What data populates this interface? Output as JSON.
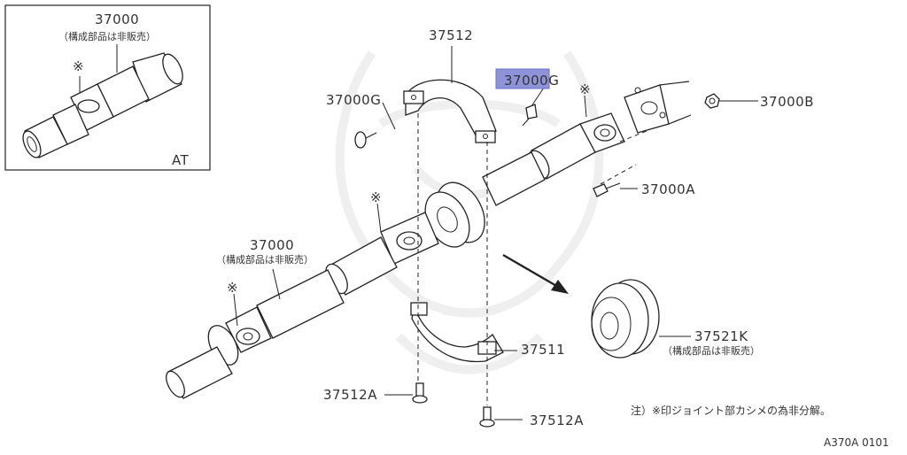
{
  "labels": {
    "inset_part": "37000",
    "inset_note": "（構成部品は非販売）",
    "inset_mark": "※",
    "inset_at": "AT",
    "bracket_top": "37512",
    "plug_left": "37000G",
    "plug_right": "37000G",
    "nut": "37000B",
    "bolt": "37000A",
    "mark_flange": "※",
    "mark_center": "※",
    "mark_rear": "※",
    "shaft_main": "37000",
    "shaft_main_note": "（構成部品は非販売）",
    "bearing": "37521K",
    "bearing_note": "（構成部品は非販売）",
    "bracket_bottom": "37511",
    "bolt_left": "37512A",
    "bolt_right": "37512A"
  },
  "footer": {
    "note": "注）※印ジョイント部カシメの為非分解。",
    "code": "A370A 0101"
  },
  "colors": {
    "highlight": "#8e93d9",
    "line": "#222222",
    "watermark": "#efefef"
  }
}
